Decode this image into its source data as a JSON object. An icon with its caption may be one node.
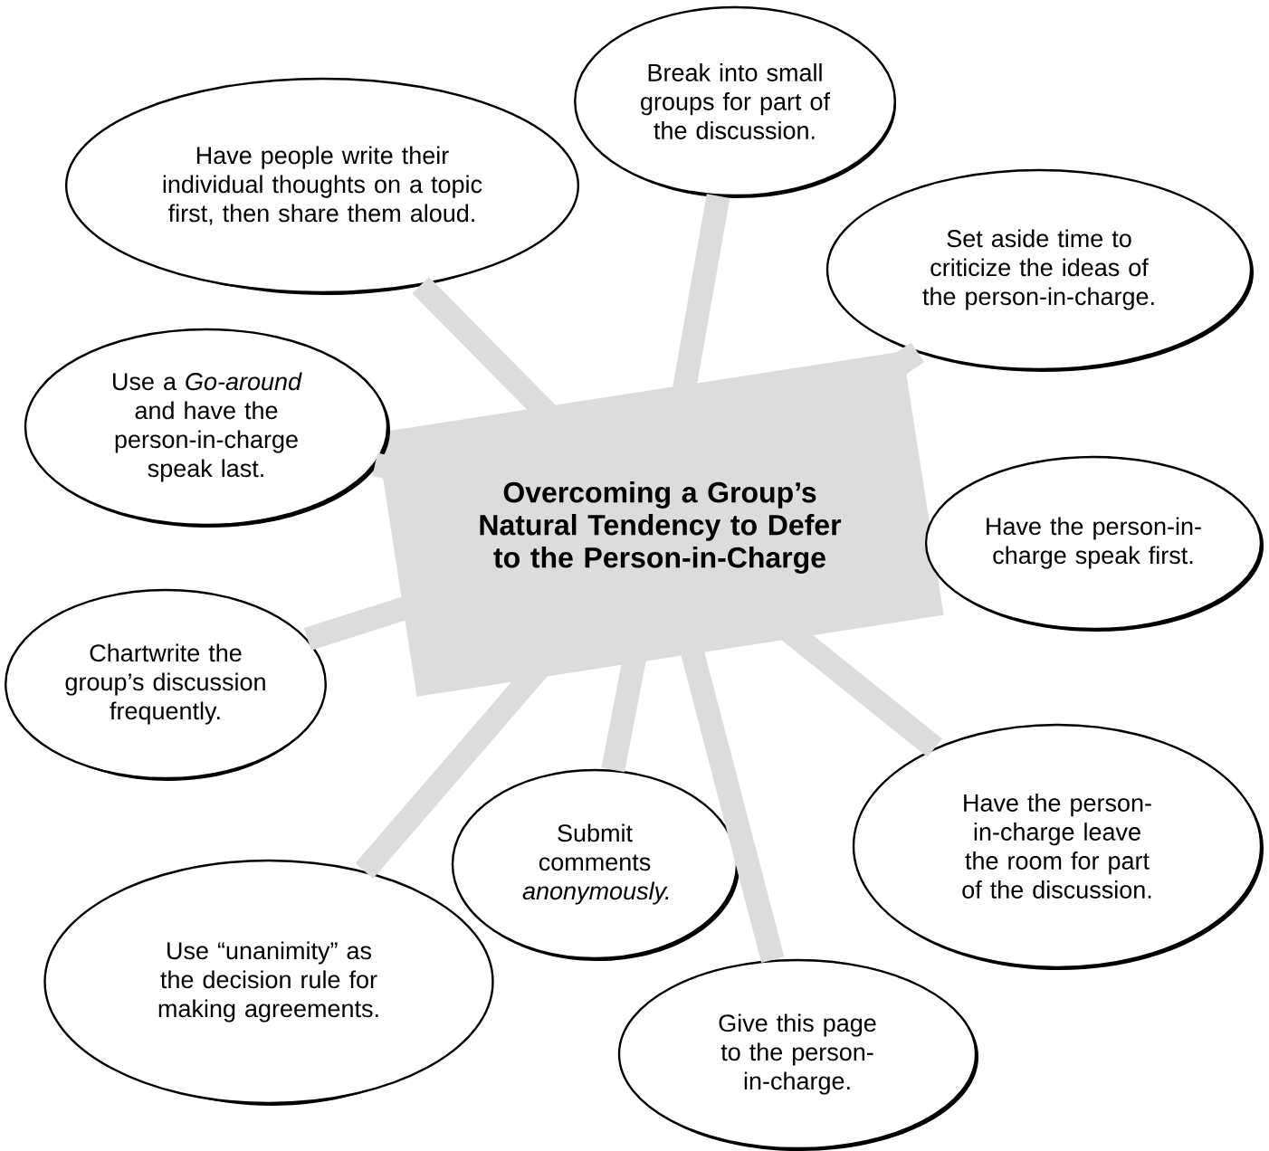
{
  "diagram": {
    "nodes": [
      {
        "text": [
          "Overcoming a Group’s Natural Tendency to Defer to the Person-in-Charge"
        ]
      },
      {
        "text": [
          "Have people write their individual thoughts on a topic first, then share them aloud."
        ]
      },
      {
        "text": [
          "Break into small groups for part of the discussion."
        ]
      },
      {
        "text": [
          "Set aside time to criticize the ideas of the person-in-charge."
        ]
      },
      {
        "text": [
          "Use a *Go-around* and have the person-in-charge speak last."
        ]
      },
      {
        "text": [
          "Have the person-in-charge speak first."
        ]
      },
      {
        "text": [
          "Chartwrite the group’s discussion frequently."
        ]
      },
      {
        "text": [
          "Submit comments *anonymously.*"
        ]
      },
      {
        "text": [
          "Have the person-in-charge leave the room for part of the discussion."
        ]
      },
      {
        "text": [
          "Use “unanimity” as the decision rule for making agreements."
        ]
      },
      {
        "text": [
          "Give this page to the person-in-charge."
        ]
      }
    ],
    "edges": [
      {
        "from": 0,
        "to": 1,
        "arrow": "none"
      },
      {
        "from": 0,
        "to": 2,
        "arrow": "none"
      },
      {
        "from": 0,
        "to": 3,
        "arrow": "none"
      },
      {
        "from": 0,
        "to": 4,
        "arrow": "none"
      },
      {
        "from": 0,
        "to": 5,
        "arrow": "none"
      },
      {
        "from": 0,
        "to": 6,
        "arrow": "none"
      },
      {
        "from": 0,
        "to": 7,
        "arrow": "none"
      },
      {
        "from": 0,
        "to": 8,
        "arrow": "none"
      },
      {
        "from": 0,
        "to": 9,
        "arrow": "none"
      },
      {
        "from": 0,
        "to": 10,
        "arrow": "none"
      }
    ]
  }
}
